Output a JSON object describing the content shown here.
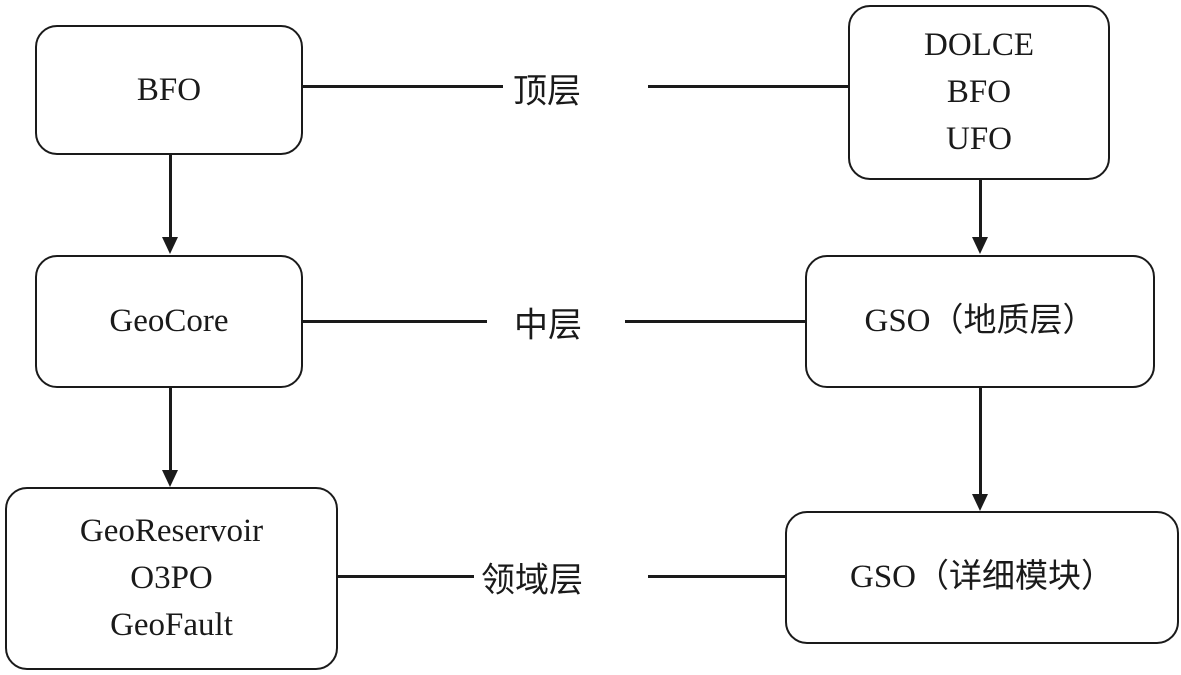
{
  "diagram": {
    "boxes": {
      "bfo": {
        "lines": [
          "BFO"
        ]
      },
      "geocore": {
        "lines": [
          "GeoCore"
        ]
      },
      "georeservoir": {
        "lines": [
          "GeoReservoir",
          "O3PO",
          "GeoFault"
        ]
      },
      "dolce_bfo_ufo": {
        "lines": [
          "DOLCE",
          "BFO",
          "UFO"
        ]
      },
      "gso_geology": {
        "lines": [
          "GSO（地质层）"
        ]
      },
      "gso_detail": {
        "lines": [
          "GSO（详细模块）"
        ]
      }
    },
    "labels": {
      "top_layer": "顶层",
      "middle_layer": "中层",
      "domain_layer": "领域层"
    },
    "colors": {
      "stroke": "#1a1a1a",
      "fill": "#ffffff"
    }
  }
}
